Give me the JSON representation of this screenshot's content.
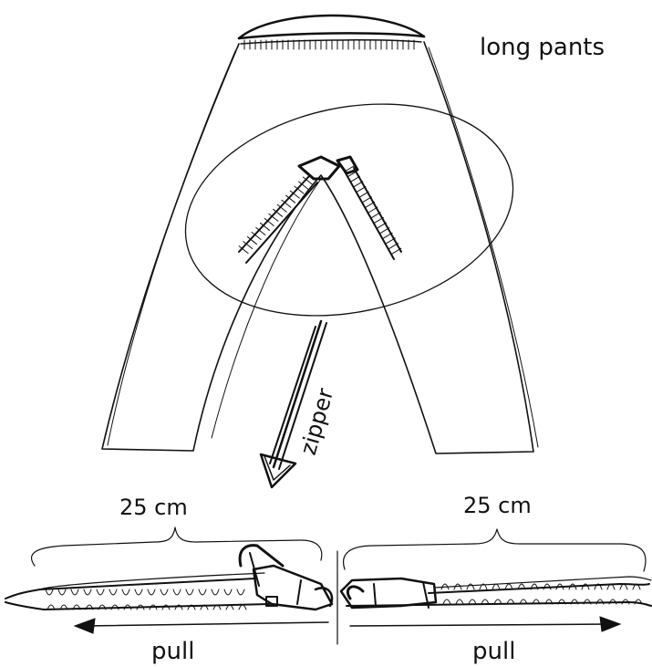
{
  "labels": {
    "title": "long pants",
    "zipper": "zipper",
    "left_length": "25 cm",
    "right_length": "25 cm",
    "left_pull": "pull",
    "right_pull": "pull"
  },
  "colors": {
    "ink": "#111111",
    "background": "#ffffff"
  }
}
